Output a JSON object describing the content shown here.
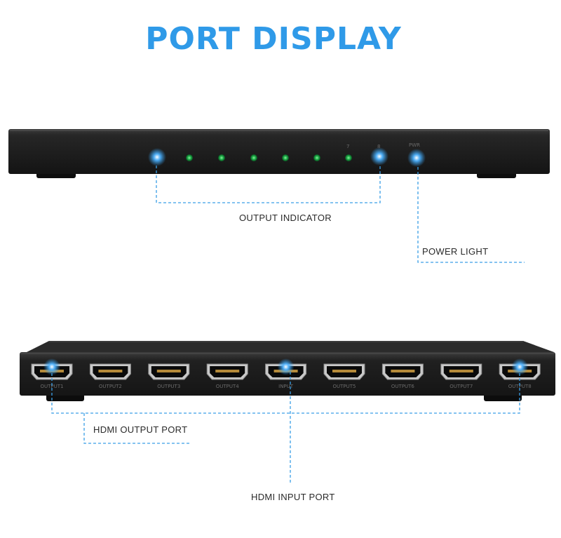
{
  "title": "PORT DISPLAY",
  "front_panel": {
    "led_labels": {
      "led7": "7",
      "led8": "8",
      "power": "PWR"
    },
    "callouts": {
      "output_indicator": "OUTPUT INDICATOR",
      "power_light": "POWER LIGHT"
    }
  },
  "rear_panel": {
    "ports": [
      "OUTPUT1",
      "OUTPUT2",
      "OUTPUT3",
      "OUTPUT4",
      "INPUT",
      "OUTPUT5",
      "OUTPUT6",
      "OUTPUT7",
      "OUTPUT8"
    ],
    "callouts": {
      "hdmi_output_port": "HDMI OUTPUT PORT",
      "hdmi_input_port": "HDMI INPUT PORT"
    }
  },
  "colors": {
    "accent": "#2f9ae8",
    "callout_line": "#3a9fe6",
    "device_body": "#1c1c1c",
    "led_green": "#1fb14a"
  }
}
